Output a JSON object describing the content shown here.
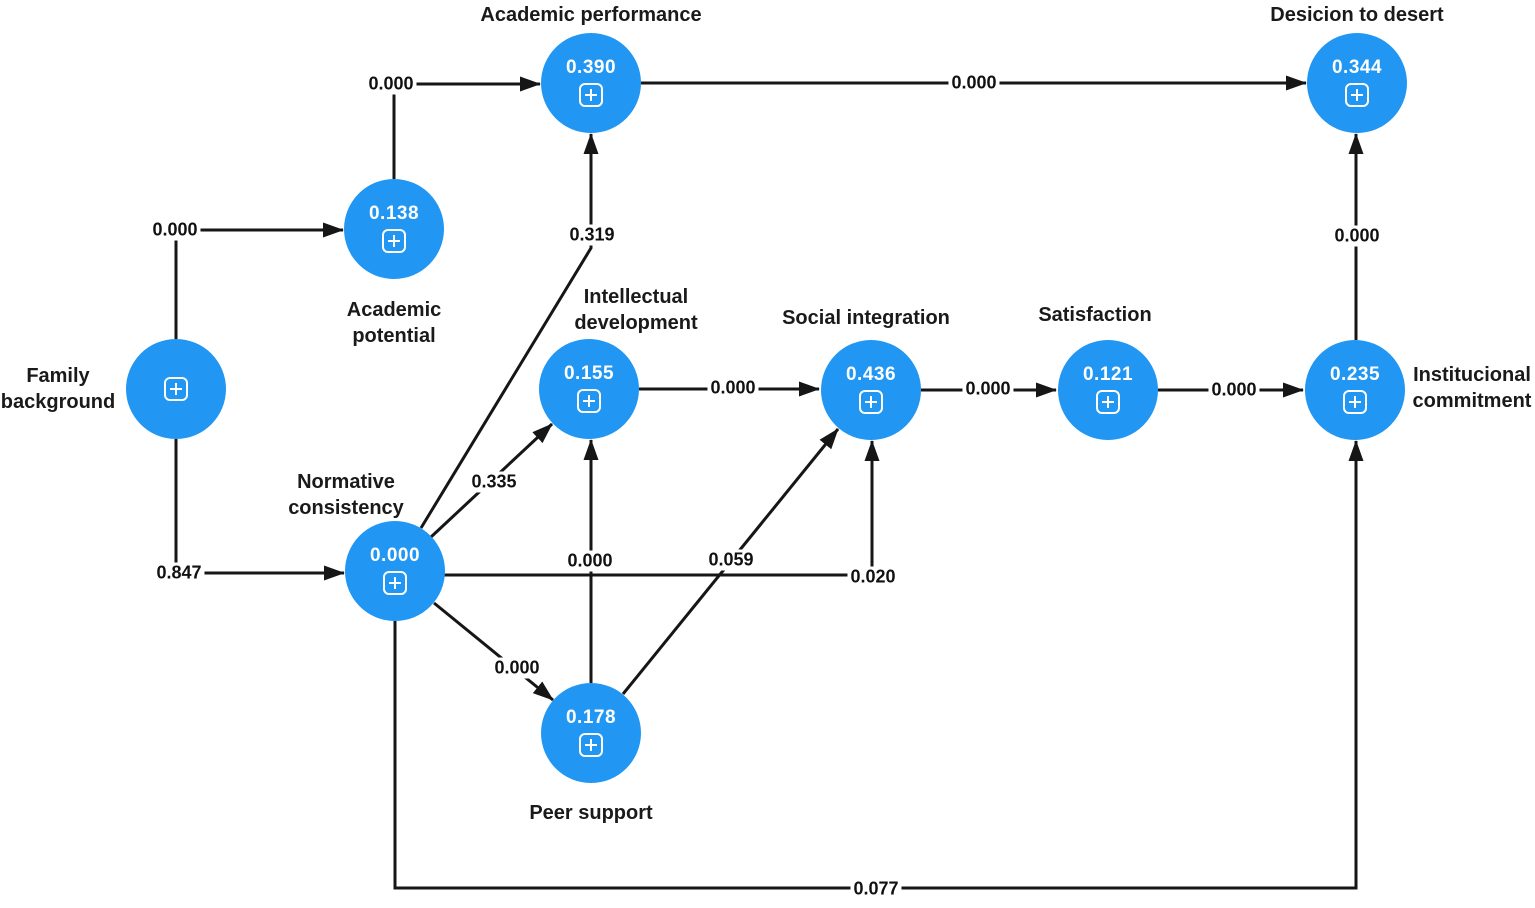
{
  "diagram": {
    "type": "pls-sem-path-model",
    "colors": {
      "node_fill": "#2196F3",
      "node_value_text": "#ffffff",
      "edge_line": "#161616",
      "label_text": "#1a1a1a"
    },
    "icons": {
      "expand": "plus-in-rounded-square"
    },
    "nodes": {
      "family_background": {
        "label": "Family background",
        "value": ""
      },
      "academic_potential": {
        "label": "Academic potential",
        "value": "0.138"
      },
      "academic_performance": {
        "label": "Academic performance",
        "value": "0.390"
      },
      "decision_to_desert": {
        "label": "Desicion to desert",
        "value": "0.344"
      },
      "intellectual_development": {
        "label": "Intellectual development",
        "value": "0.155"
      },
      "social_integration": {
        "label": "Social integration",
        "value": "0.436"
      },
      "satisfaction": {
        "label": "Satisfaction",
        "value": "0.121"
      },
      "institutional_commitment": {
        "label": "Institucional commitment",
        "value": "0.235"
      },
      "normative_consistency": {
        "label": "Normative consistency",
        "value": "0.000"
      },
      "peer_support": {
        "label": "Peer support",
        "value": "0.178"
      }
    },
    "edges": {
      "family_background_to_academic_potential": {
        "coefficient": "0.000"
      },
      "academic_potential_to_academic_performance": {
        "coefficient": "0.000"
      },
      "academic_performance_to_decision_to_desert": {
        "coefficient": "0.000"
      },
      "family_background_to_normative_consistency": {
        "coefficient": "0.847"
      },
      "normative_consistency_to_academic_performance": {
        "coefficient": "0.319"
      },
      "normative_consistency_to_intellectual_development": {
        "coefficient": "0.335"
      },
      "normative_consistency_to_peer_support": {
        "coefficient": "0.000"
      },
      "normative_consistency_to_social_integration": {
        "coefficient": "0.020"
      },
      "normative_consistency_to_institutional_commitment": {
        "coefficient": "0.077"
      },
      "peer_support_to_intellectual_development": {
        "coefficient": "0.000"
      },
      "peer_support_to_social_integration": {
        "coefficient": "0.059"
      },
      "intellectual_development_to_social_integration": {
        "coefficient": "0.000"
      },
      "social_integration_to_satisfaction": {
        "coefficient": "0.000"
      },
      "satisfaction_to_institutional_commitment": {
        "coefficient": "0.000"
      },
      "institutional_commitment_to_decision_to_desert": {
        "coefficient": "0.000"
      }
    }
  }
}
